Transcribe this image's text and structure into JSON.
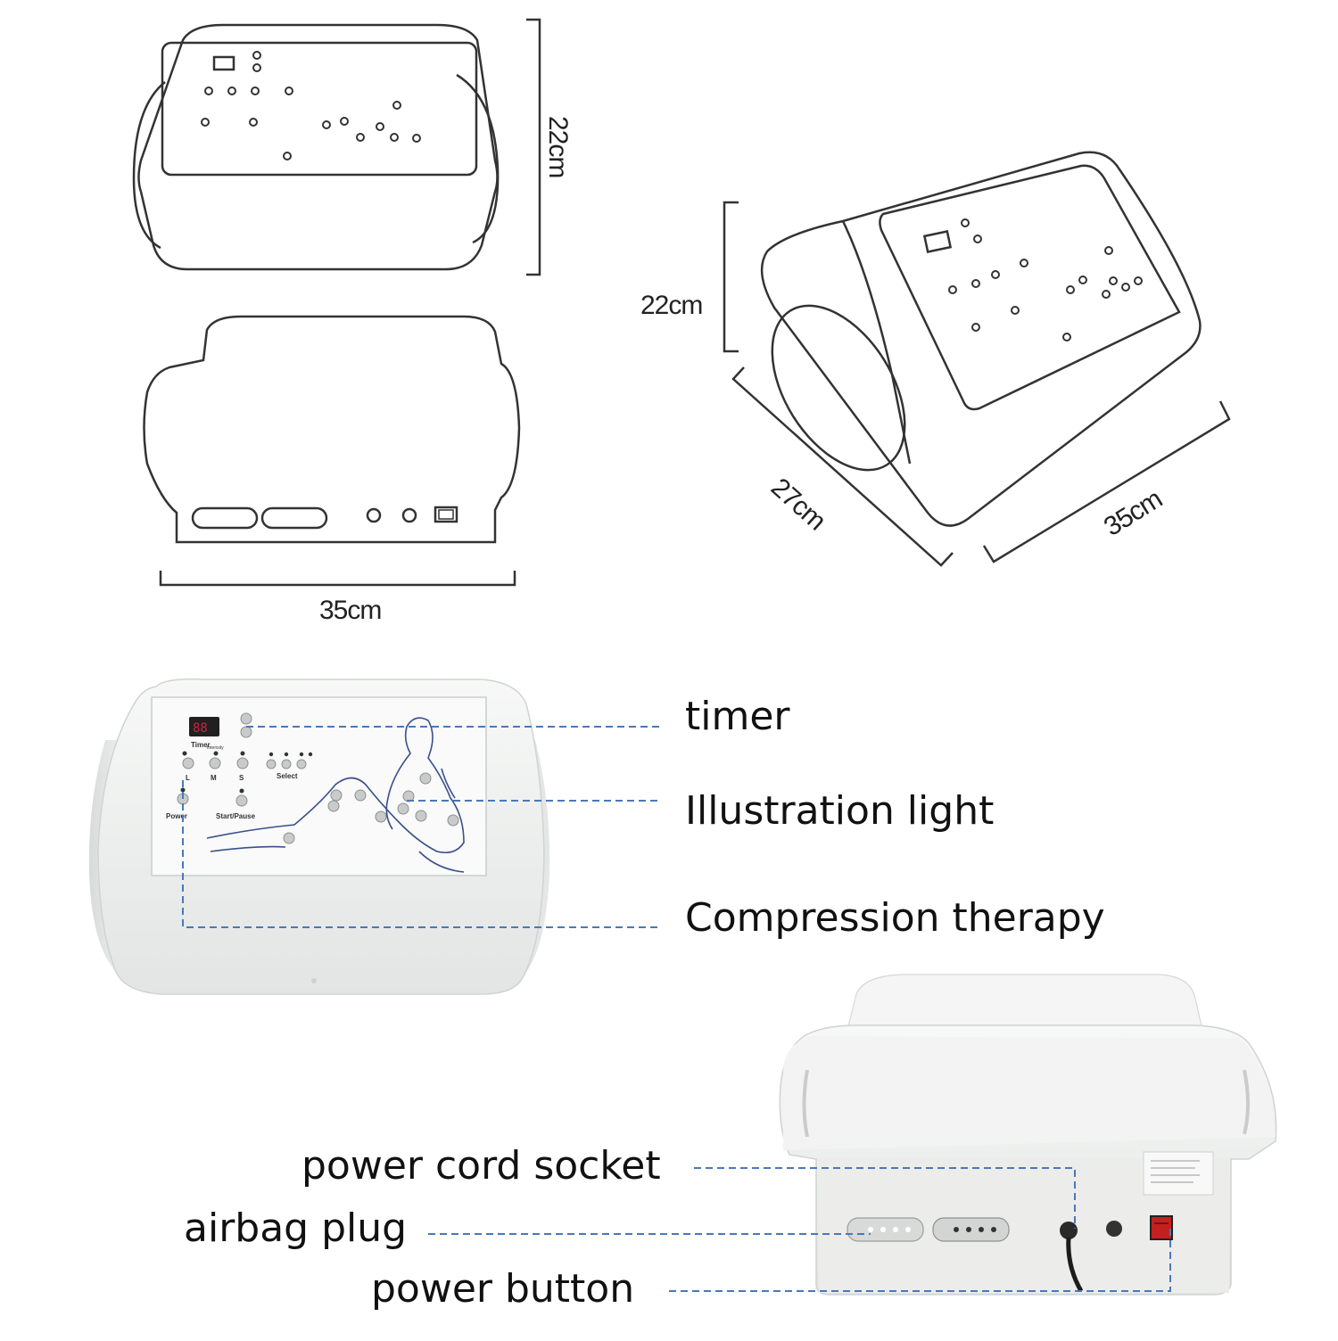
{
  "dimensions": {
    "top_height": "22cm",
    "front_width": "35cm",
    "iso_height": "22cm",
    "iso_depth": "27cm",
    "iso_width": "35cm"
  },
  "callouts": {
    "timer": "timer",
    "illustration_light": "Illustration light",
    "compression_therapy": "Compression therapy",
    "power_cord_socket": "power cord socket",
    "airbag_plug": "airbag plug",
    "power_button": "power button"
  },
  "panel": {
    "timer": "Timer",
    "intensity": "Intensity",
    "l": "L",
    "m": "M",
    "s": "S",
    "select": "Select",
    "power": "Power",
    "start_pause": "Start/Pause"
  },
  "colors": {
    "line": "#333333",
    "leader": "#4a78b8",
    "device_body": "#eef0ef",
    "panel_outline": "#3a4f8c"
  }
}
